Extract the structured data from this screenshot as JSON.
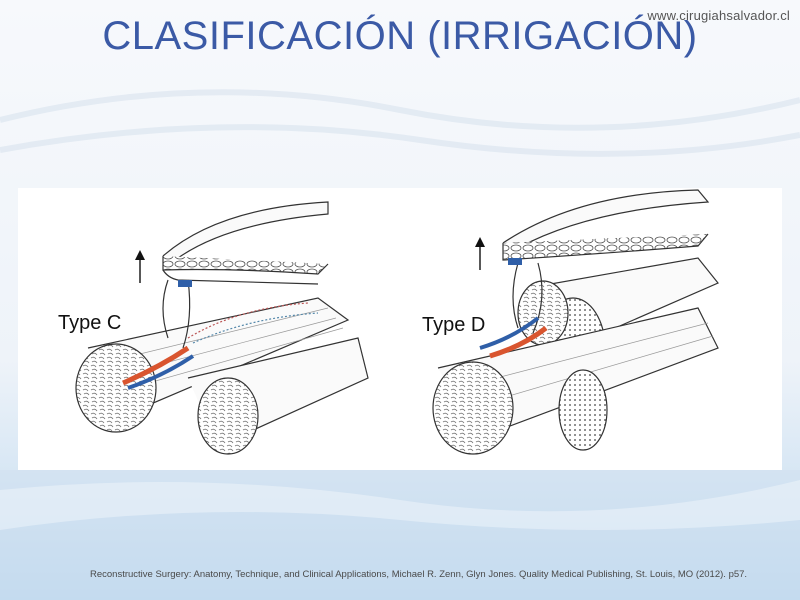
{
  "slide": {
    "website": "www.cirugiahsalvador.cl",
    "title": "CLASIFICACIÓN (IRRIGACIÓN)",
    "citation": "Reconstructive Surgery: Anatomy, Technique, and Clinical Applications, Michael R. Zenn, Glyn Jones. Quality Medical Publishing, St. Louis, MO (2012). p57."
  },
  "figure": {
    "left_label": "Type C",
    "right_label": "Type D"
  },
  "colors": {
    "title": "#3b5aa6",
    "artery": "#d9552f",
    "vein": "#2f5fa8"
  }
}
